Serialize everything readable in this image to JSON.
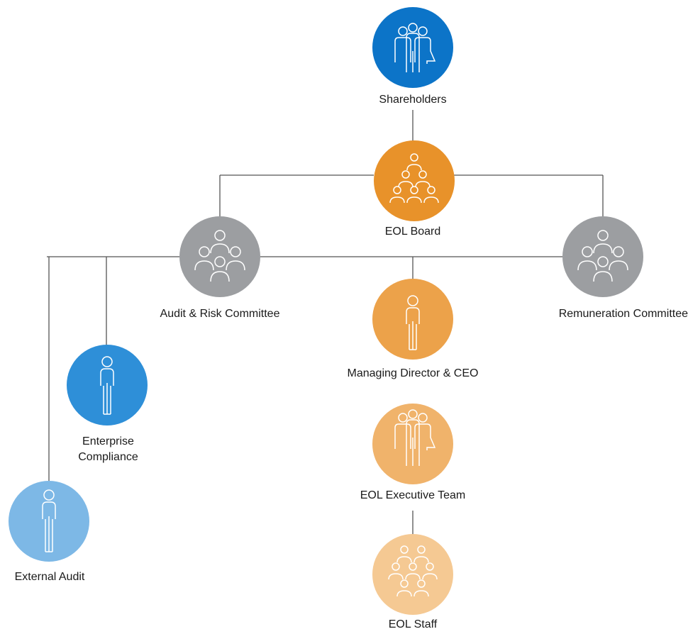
{
  "nodes": {
    "shareholders": {
      "label": "Shareholders",
      "color": "#0c74c8",
      "icon": "group-of-three-people-icon"
    },
    "eol_board": {
      "label": "EOL Board",
      "color": "#e8922a",
      "icon": "pyramid-of-people-icon"
    },
    "audit_risk": {
      "label": "Audit & Risk Committee",
      "color": "#9c9ea1",
      "icon": "committee-of-people-icon"
    },
    "remuneration": {
      "label": "Remuneration Committee",
      "color": "#9c9ea1",
      "icon": "committee-of-people-icon"
    },
    "md_ceo": {
      "label": "Managing Director & CEO",
      "color": "#eca24a",
      "icon": "single-person-icon"
    },
    "enterprise_compliance": {
      "label_line1": "Enterprise",
      "label_line2": "Compliance",
      "color": "#2e8fd8",
      "icon": "single-person-icon"
    },
    "executive_team": {
      "label": "EOL Executive Team",
      "color": "#f0b36b",
      "icon": "group-of-three-people-icon"
    },
    "external_audit": {
      "label": "External Audit",
      "color": "#7db8e6",
      "icon": "single-person-icon"
    },
    "staff": {
      "label": "EOL Staff",
      "color": "#f5c993",
      "icon": "crowd-of-people-icon"
    }
  },
  "connector_color": "#555555"
}
